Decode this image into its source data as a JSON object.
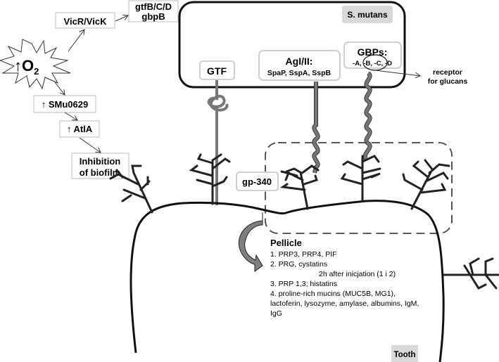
{
  "regulation": {
    "trigger_arrow": "↑",
    "trigger_main": "O",
    "trigger_sub": "2",
    "vicrk": "VicR/VicK",
    "gtf_genes_line1": "gtfB/C/D",
    "gtf_genes_line2": "gbpB",
    "smu0629": "↑ SMu0629",
    "atla": "↑ AtlA",
    "inhibition_line1": "Inhibition",
    "inhibition_line2": "of biofilm"
  },
  "bacterium": {
    "label": "S. mutans",
    "gtf": "GTF",
    "agi_title": "AgI/II:",
    "agi_list": "SpaP, SspA, SspB",
    "gbp_title": "GBPs:",
    "gbp_list": "-A, -B, -C, -D",
    "receptor_line1": "receptor",
    "receptor_line2": "for glucans"
  },
  "tooth": {
    "label": "Tooth",
    "gp340": "gp-340",
    "pellicle_title": "Pellicle",
    "pellicle_lines": [
      "1. PRP3, PRP4, PIF",
      "2. PRG, cystatins",
      "2h after inicjation (1 i 2)",
      "3. PRP 1,3; histatins",
      "4. proline-rich mucins (MUC5B, MG1),",
      "lactoferin, lysozyme,  amylase, albumins, IgM,",
      "IgG"
    ]
  },
  "colors": {
    "label_box_gray": "#d9d9d9",
    "stem_gray": "#7a7a7a",
    "arrow_gray": "#7f7f7f"
  }
}
